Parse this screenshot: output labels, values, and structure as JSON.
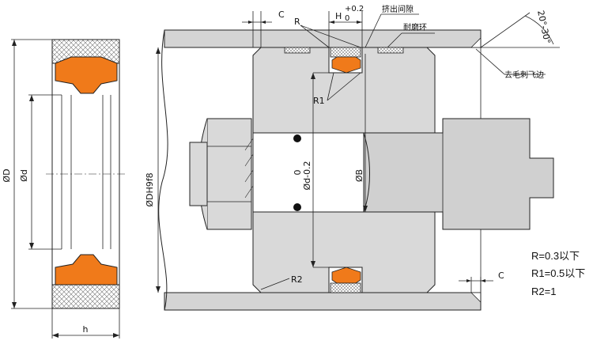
{
  "labels": {
    "C_top": "C",
    "R_top": "R",
    "H_dim": "H",
    "H_tol_upper": "+0.2",
    "H_tol_lower": "0",
    "extrusion_gap": "挤出间隙",
    "wear_ring": "耐磨环",
    "angle": "20°-30°",
    "deburr": "去毛刺飞边",
    "R1": "R1",
    "R2": "R2",
    "C_bottom": "C",
    "D_left": "ØD",
    "d_left": "Ød",
    "h_left": "h",
    "DH9f8": "ØDH9f8",
    "d_tol_upper": "0",
    "d_tol_main": "Ød-0.2",
    "B": "ØB"
  },
  "notes": [
    "R=0.3以下",
    "R1=0.5以下",
    "R2=1"
  ],
  "colors": {
    "seal_orange": "#f07a1a",
    "wall_gray": "#d4d4d4",
    "piston_gray": "#d9d9d9",
    "rod_gray": "#d0d0d0",
    "line": "#222222"
  }
}
